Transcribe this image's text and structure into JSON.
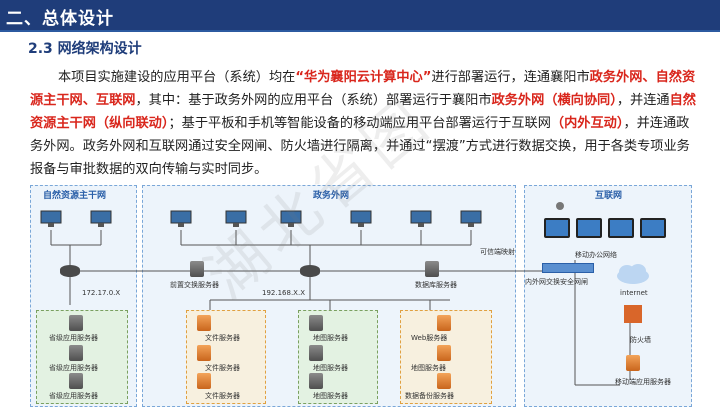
{
  "header": {
    "title": "二、总体设计"
  },
  "section": {
    "title": "2.3 网络架构设计"
  },
  "paragraph": [
    {
      "t": "本项目实施建设的应用平台（系统）均在",
      "h": false
    },
    {
      "t": "“华为襄阳云计算中心”",
      "h": true
    },
    {
      "t": "进行部署运行，连通襄阳市",
      "h": false
    },
    {
      "t": "政务外网、自然资源主干网、互联网",
      "h": true
    },
    {
      "t": "，其中：基于政务外网的应用平台（系统）部署运行于襄阳市",
      "h": false
    },
    {
      "t": "政务外网（横向协同）",
      "h": true
    },
    {
      "t": "，并连通",
      "h": false
    },
    {
      "t": "自然资源主干网（纵向联动）",
      "h": true
    },
    {
      "t": "；基于平板和手机等智能设备的移动端应用平台部署运行于互联网",
      "h": false
    },
    {
      "t": "（内外互动）",
      "h": true
    },
    {
      "t": "，并连通政务外网。政务外网和互联网通过安全网闸、防火墙进行隔离，并通过“摆渡”方式进行数据交换，用于各类专项业务报备与审批数据的双向传输与实时同步。",
      "h": false
    }
  ],
  "watermark": "湖北省图",
  "diagram": {
    "zones": {
      "natural": "自然资源主干网",
      "gov": "政务外网",
      "internet": "互联网"
    },
    "labels": {
      "ip_natural": "172.17.0.X",
      "ip_gov": "192.168.X.X",
      "frontend_server": "前置交换服务器",
      "db_server": "数据库服务器",
      "trusted_mapping": "可信端映射",
      "mobile_network": "移动办公网络",
      "gateway": "内外网交换安全网闸",
      "internet": "internet",
      "firewall": "防火墙",
      "mobile_app_server": "移动端应用服务器"
    },
    "provincial_servers": [
      "省级应用服务器",
      "省级应用服务器",
      "省级应用服务器"
    ],
    "file_servers": [
      "文件服务器",
      "文件服务器",
      "文件服务器"
    ],
    "map_servers": [
      "地图服务器",
      "地图服务器",
      "地图服务器"
    ],
    "web_servers": [
      "Web服务器",
      "地图服务器",
      "数据备份服务器"
    ]
  },
  "colors": {
    "header_bg": "#1f3d7a",
    "highlight": "#d9261c",
    "zone_bg": "#d6e6f7"
  }
}
